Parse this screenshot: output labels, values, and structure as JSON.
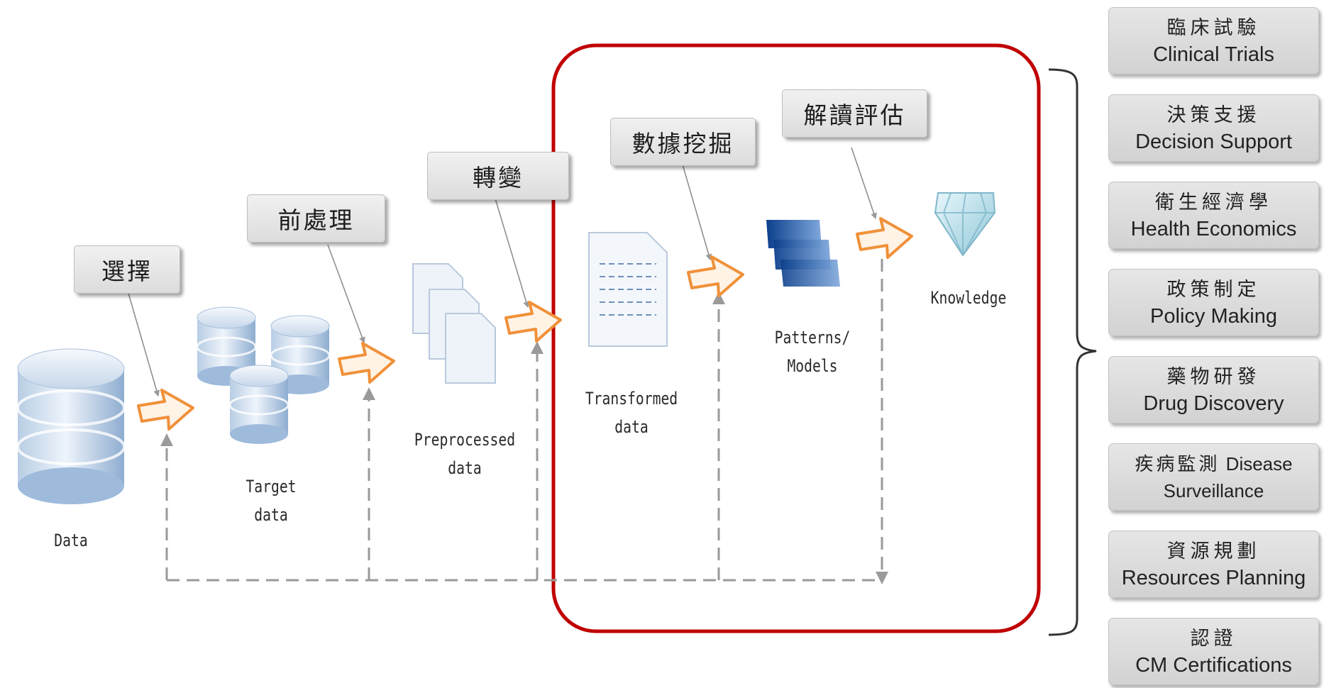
{
  "steps": {
    "selection": "選擇",
    "preprocessing": "前處理",
    "transformation": "轉變",
    "data_mining": "數據挖掘",
    "interpretation": "解讀評估"
  },
  "stages": {
    "data": "Data",
    "target_line1": "Target",
    "target_line2": "data",
    "preprocessed_line1": "Preprocessed",
    "preprocessed_line2": "data",
    "transformed_line1": "Transformed",
    "transformed_line2": "data",
    "patterns_line1": "Patterns/",
    "patterns_line2": "Models",
    "knowledge": "Knowledge"
  },
  "applications": [
    {
      "zh": "臨床試驗",
      "en": "Clinical Trials"
    },
    {
      "zh": "決策支援",
      "en": "Decision Support"
    },
    {
      "zh": "衛生經濟學",
      "en": "Health Economics"
    },
    {
      "zh": "政策制定",
      "en": "Policy Making"
    },
    {
      "zh": "藥物研發",
      "en": "Drug Discovery"
    },
    {
      "zh": "疾病監測",
      "en": "Disease Surveillance",
      "en_line1": "Disease",
      "en_line2": "Surveillance"
    },
    {
      "zh": "資源規劃",
      "en": "Resources Planning"
    },
    {
      "zh": "認證",
      "en": "CM Certifications"
    }
  ],
  "colors": {
    "highlight_frame": "#c00000",
    "process_arrow": "#f0913a",
    "feedback_line": "#9a9a9a",
    "database": "#8fb2d6",
    "patterns": "#1a5aa8"
  }
}
